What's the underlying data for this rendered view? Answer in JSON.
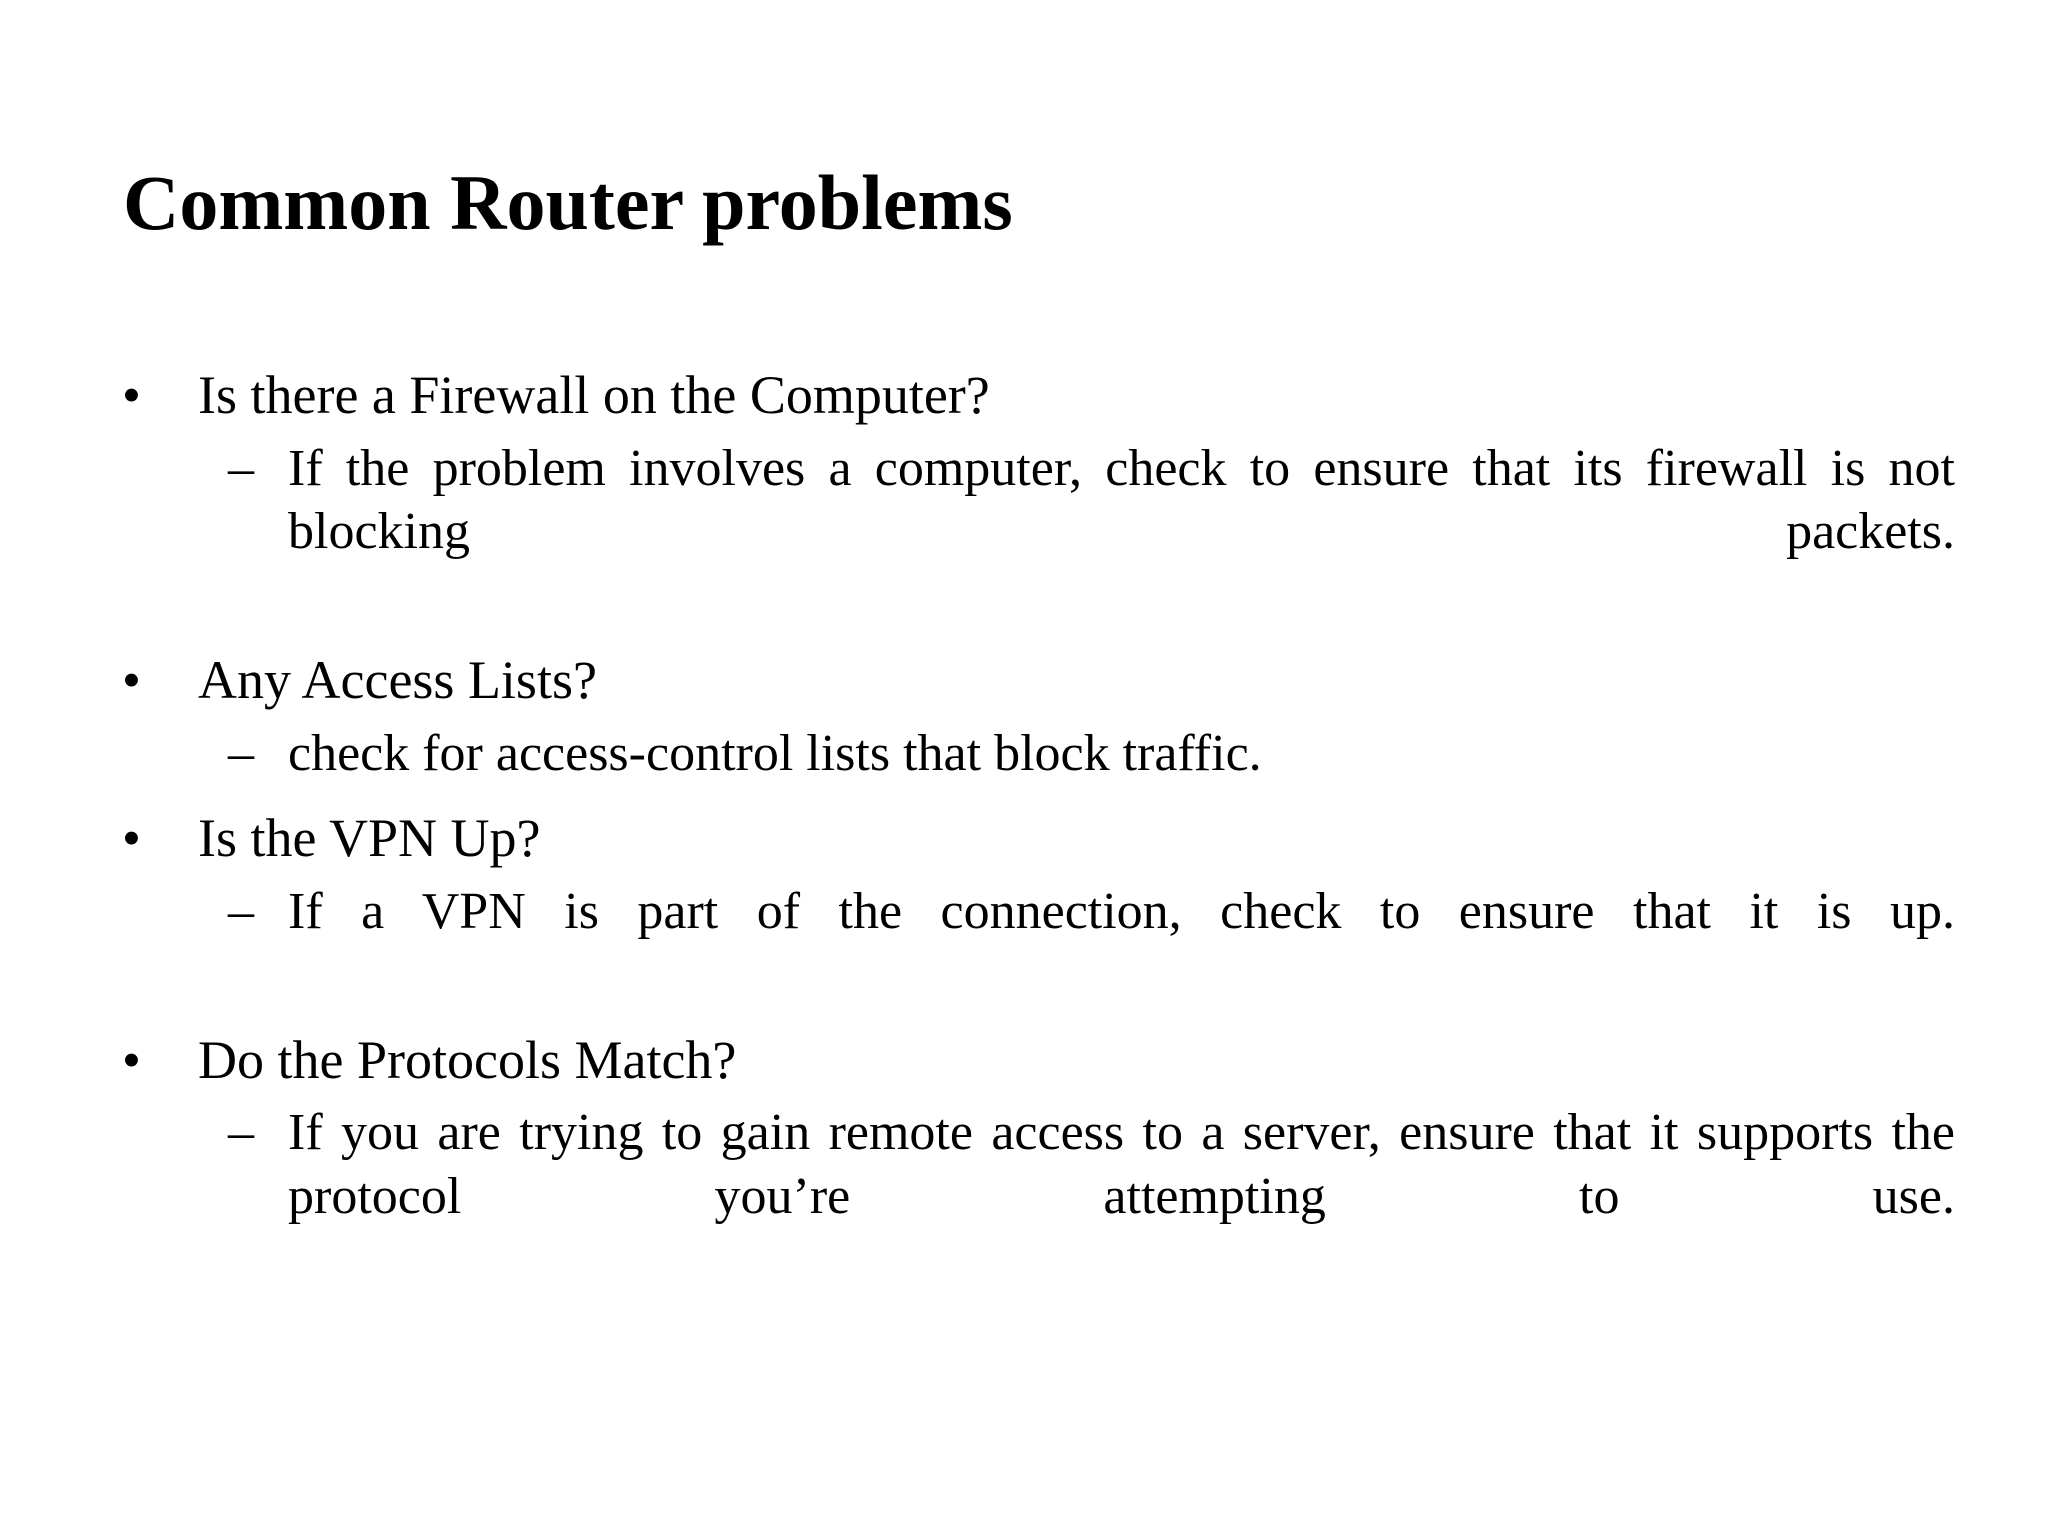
{
  "slide": {
    "title": "Common Router problems",
    "background_color": "#ffffff",
    "text_color": "#000000",
    "level1_bullet_glyph": "•",
    "level2_bullet_glyph": "–",
    "groups": [
      {
        "heading": "Is there a Firewall on the Computer?",
        "detail": "If the problem involves a computer, check to ensure that its firewall is not blocking packets.",
        "detail_wraps": true
      },
      {
        "heading": "Any Access Lists?",
        "detail": "check for access-control lists that block traffic.",
        "detail_wraps": false
      },
      {
        "heading": "Is the VPN Up?",
        "detail": "If a VPN is part of the connection, check to ensure that it is up.",
        "detail_wraps": true
      },
      {
        "heading": "Do the Protocols Match?",
        "detail": "If you are trying to gain remote access to a server, ensure that it supports the protocol you’re attempting to use.",
        "detail_wraps": true
      }
    ]
  }
}
